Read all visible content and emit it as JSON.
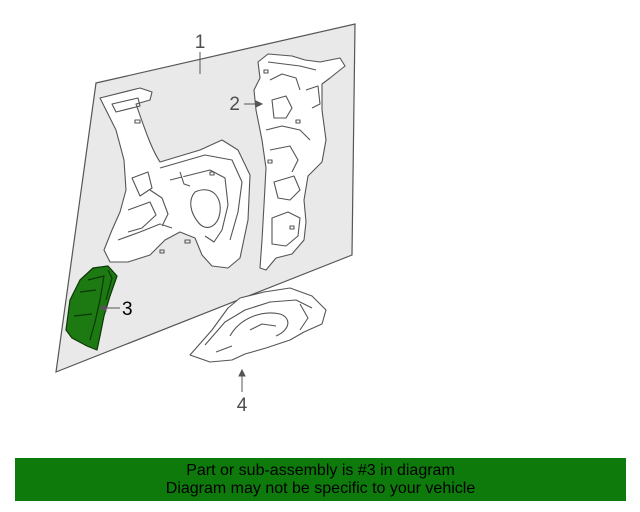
{
  "diagram": {
    "callouts": {
      "panel": "1",
      "pillar": "2",
      "extension": "3",
      "wheelhouse": "4"
    },
    "highlight_part": "3",
    "colors": {
      "highlight_fill": "#1d7a12",
      "highlight_stroke": "#0a3806",
      "line": "#555555",
      "panel_fill": "#e9e9e9",
      "part_fill": "#ffffff"
    }
  },
  "banner": {
    "line1": "Part or sub-assembly is #3 in diagram",
    "line2": "Diagram may not be specific to your vehicle",
    "background": "#0e7a0c"
  }
}
